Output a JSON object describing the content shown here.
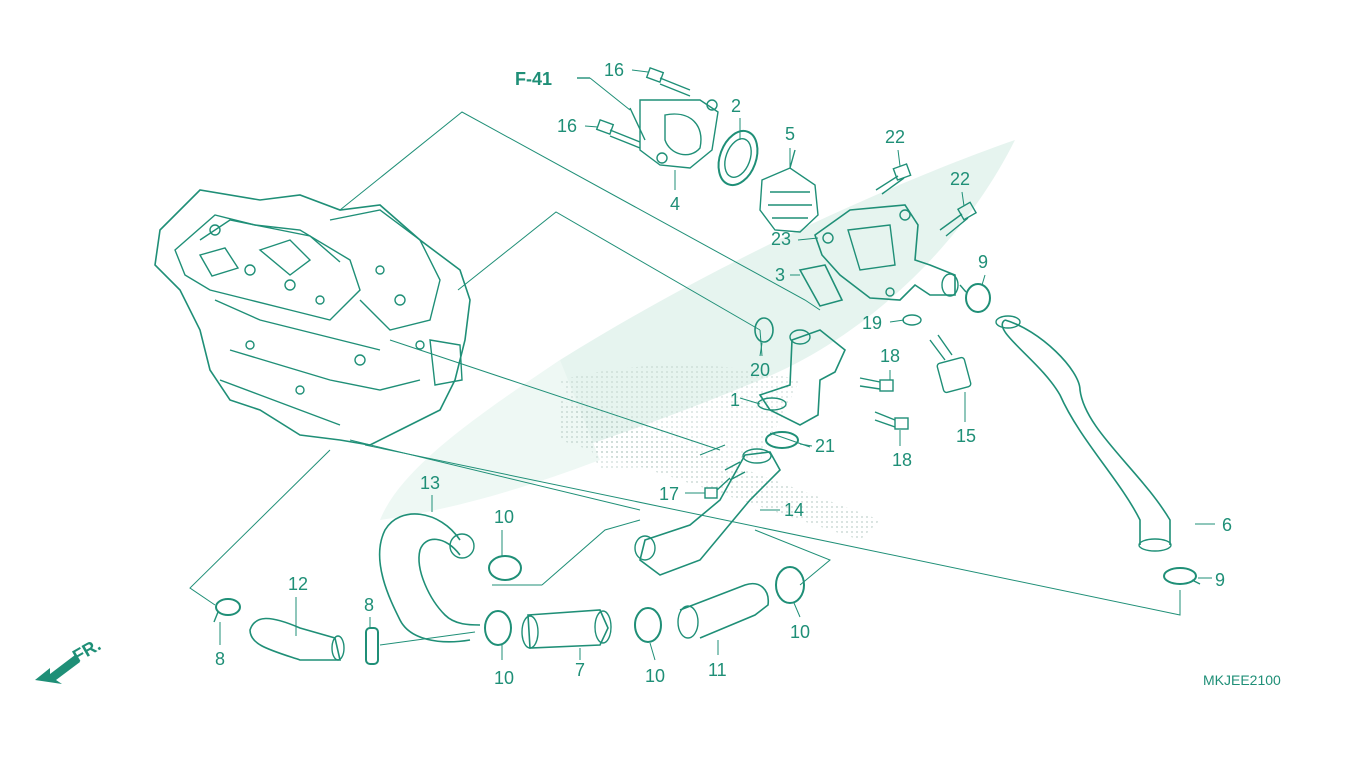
{
  "diagram": {
    "colors": {
      "ink": "#1f8f77",
      "watermark": "#e6f4ef",
      "dots": "#c9d8d3"
    },
    "reference": "F-41",
    "front_label": "FR.",
    "diagram_code": "MKJEE2100",
    "callouts": {
      "c1": "1",
      "c2": "2",
      "c3": "3",
      "c4": "4",
      "c5": "5",
      "c6": "6",
      "c7": "7",
      "c8a": "8",
      "c8b": "8",
      "c9a": "9",
      "c9b": "9",
      "c10a": "10",
      "c10b": "10",
      "c10c": "10",
      "c10d": "10",
      "c11": "11",
      "c12": "12",
      "c13": "13",
      "c14": "14",
      "c15": "15",
      "c16a": "16",
      "c16b": "16",
      "c17": "17",
      "c18a": "18",
      "c18b": "18",
      "c19": "19",
      "c20": "20",
      "c21": "21",
      "c22a": "22",
      "c22b": "22",
      "c23": "23"
    }
  }
}
